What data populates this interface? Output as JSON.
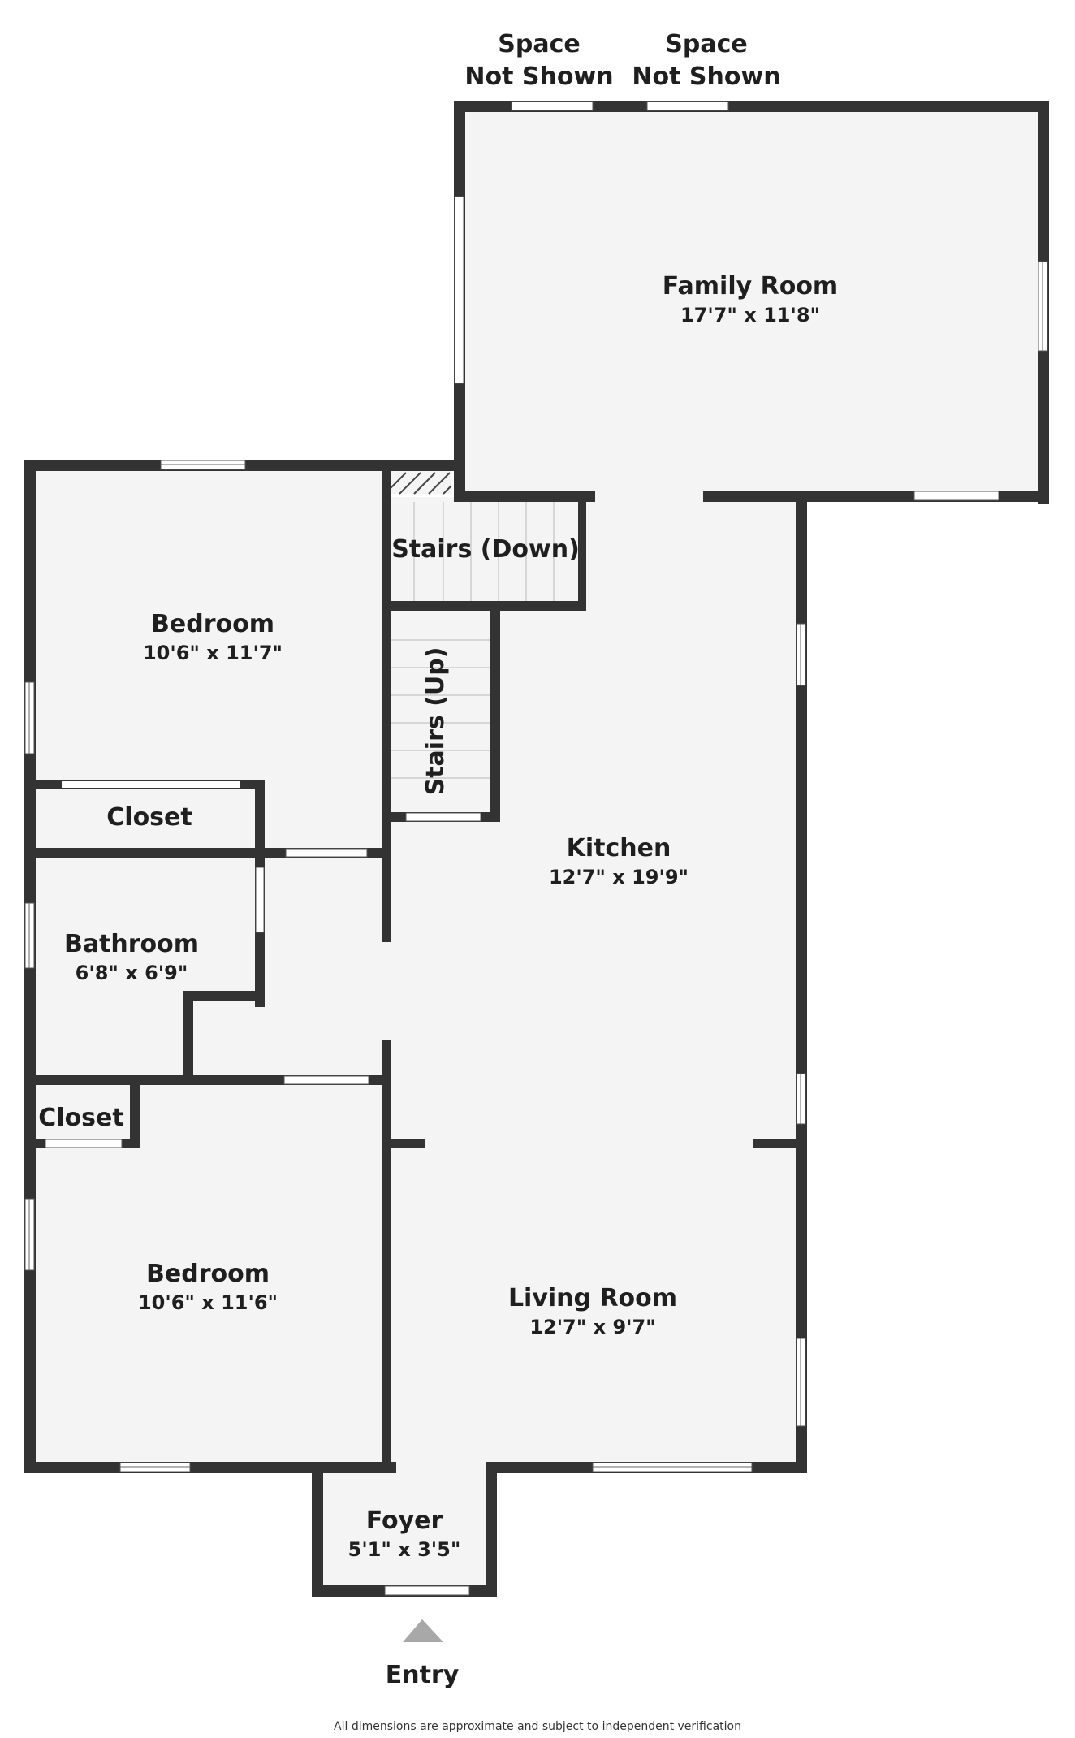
{
  "rooms": {
    "family_room": {
      "name": "Family Room",
      "dims": "17'7\" x 11'8\""
    },
    "bedroom_1": {
      "name": "Bedroom",
      "dims": "10'6\" x 11'7\""
    },
    "closet_1": {
      "name": "Closet"
    },
    "bathroom": {
      "name": "Bathroom",
      "dims": "6'8\" x 6'9\""
    },
    "closet_2": {
      "name": "Closet"
    },
    "bedroom_2": {
      "name": "Bedroom",
      "dims": "10'6\" x 11'6\""
    },
    "kitchen": {
      "name": "Kitchen",
      "dims": "12'7\" x 19'9\""
    },
    "living_room": {
      "name": "Living Room",
      "dims": "12'7\" x 9'7\""
    },
    "foyer": {
      "name": "Foyer",
      "dims": "5'1\" x 3'5\""
    },
    "stairs_down": {
      "name": "Stairs (Down)"
    },
    "stairs_up": {
      "name": "Stairs (Up)"
    }
  },
  "space_not_shown_1": {
    "line1": "Space",
    "line2": "Not Shown"
  },
  "space_not_shown_2": {
    "line1": "Space",
    "line2": "Not Shown"
  },
  "entry_label": "Entry",
  "disclaimer": "All dimensions are approximate and subject to independent verification",
  "colors": {
    "wall": "#333333",
    "floor": "#f4f4f4",
    "entry_arrow": "#a8a8a8"
  }
}
